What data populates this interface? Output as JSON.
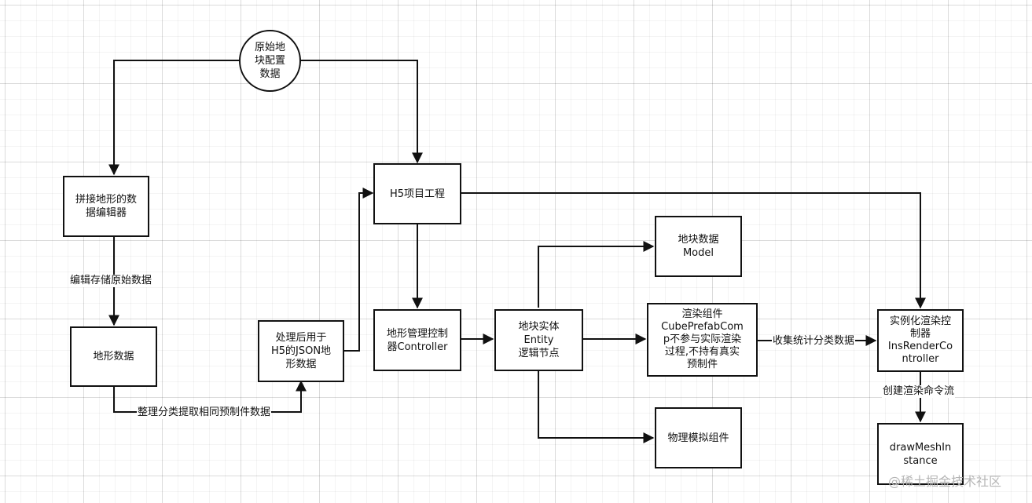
{
  "nodes": {
    "raw_config": "原始地\n块配置\n数据",
    "terrain_editor": "拼接地形的数\n据编辑器",
    "terrain_data": "地形数据",
    "h5_json": "处理后用于\nH5的JSON地\n形数据",
    "h5_project": "H5项目工程",
    "terrain_controller": "地形管理控制\n器Controller",
    "block_entity": "地块实体\nEntity\n逻辑节点",
    "block_model": "地块数据\nModel",
    "render_component": "渲染组件\nCubePrefabCom\np不参与实际渲染\n过程,不持有真实\n预制件",
    "physics_component": "物理模拟组件",
    "ins_render_controller": "实例化渲染控\n制器\nInsRenderCo\nntroller",
    "draw_mesh_instance": "drawMeshIn\nstance"
  },
  "edge_labels": {
    "edit_store": "编辑存储原始数据",
    "classify_extract": "整理分类提取相同预制件数据",
    "collect_stats": "收集统计分类数据",
    "create_command": "创建渲染命令流"
  },
  "watermark": "@稀土掘金技术社区"
}
